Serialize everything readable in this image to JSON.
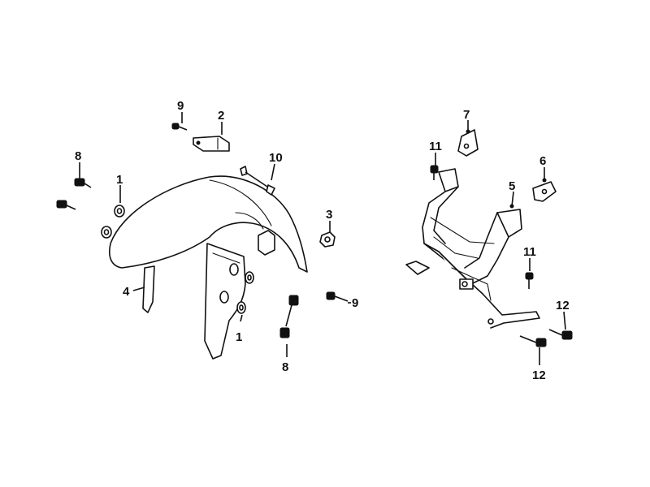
{
  "labels": {
    "l1a": "1",
    "l1b": "1",
    "l2": "2",
    "l3": "3",
    "l4": "4",
    "l5": "5",
    "l6": "6",
    "l7": "7",
    "l8a": "8",
    "l8b": "8",
    "l9a": "9",
    "l9b": "9",
    "l10": "10",
    "l11a": "11",
    "l11b": "11",
    "l12a": "12",
    "l12b": "12"
  }
}
